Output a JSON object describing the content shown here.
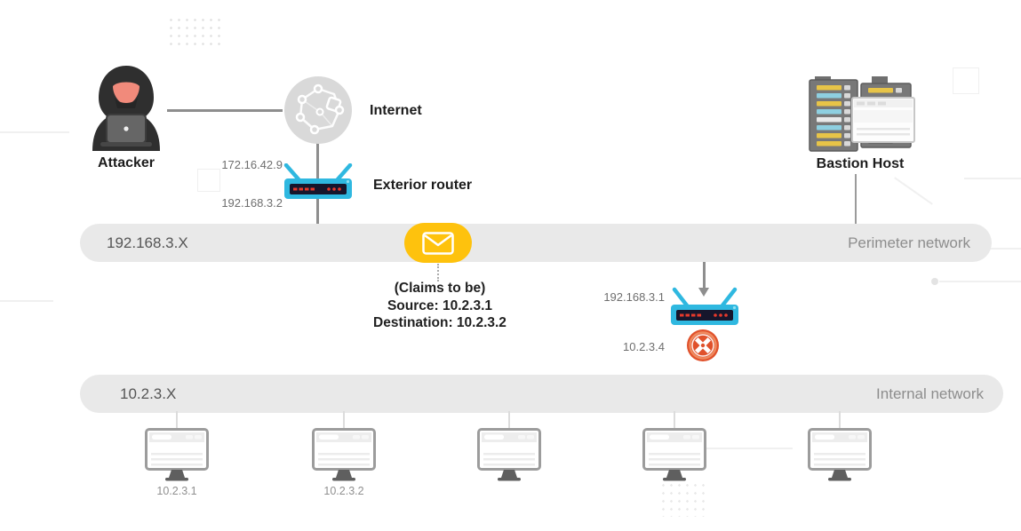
{
  "diagram": {
    "attacker": {
      "label": "Attacker"
    },
    "internet": {
      "label": "Internet"
    },
    "exterior_router": {
      "label": "Exterior router",
      "wan_ip": "172.16.42.9",
      "lan_ip": "192.168.3.2"
    },
    "perimeter_network": {
      "subnet": "192.168.3.X",
      "label": "Perimeter network"
    },
    "spoofed_packet": {
      "claim": "(Claims to be)",
      "source": "Source: 10.2.3.1",
      "destination": "Destination: 10.2.3.2"
    },
    "interior_router": {
      "perimeter_ip": "192.168.3.1",
      "internal_ip": "10.2.3.4"
    },
    "bastion_host": {
      "label": "Bastion Host"
    },
    "internal_network": {
      "subnet": "10.2.3.X",
      "label": "Internal network"
    },
    "workstations": [
      {
        "ip": "10.2.3.1"
      },
      {
        "ip": "10.2.3.2"
      },
      {
        "ip": ""
      },
      {
        "ip": ""
      },
      {
        "ip": ""
      }
    ],
    "colors": {
      "packet_yellow": "#fec20d",
      "router_cyan": "#2fb8e0",
      "blocked_red": "#e0512b",
      "band_gray": "#e9e9e9"
    }
  }
}
